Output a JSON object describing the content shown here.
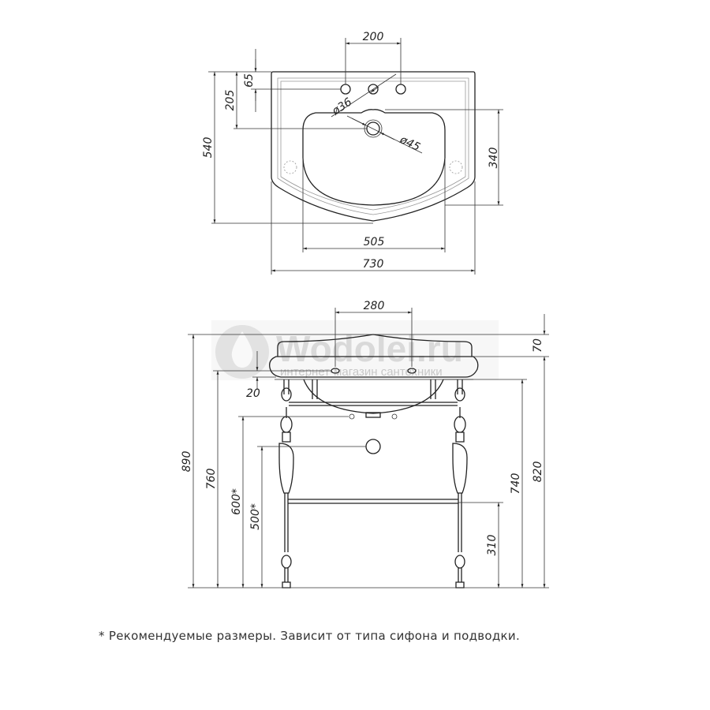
{
  "top_view": {
    "dims": {
      "holes_spacing": "200",
      "hole_offset": "65",
      "drain_offset": "205",
      "depth": "540",
      "hole_diameter": "ø36",
      "drain_diameter": "ø45",
      "bowl_depth": "340",
      "bowl_width": "505",
      "width": "730"
    }
  },
  "side_view": {
    "dims": {
      "holes_spacing": "280",
      "rim_height": "70",
      "overflow_offset": "20",
      "total_height": "890",
      "overflow_height": "760",
      "siphon_height": "600*",
      "drain_height": "500*",
      "bowl_bottom_height": "740",
      "top_height": "820",
      "shelf_height": "310"
    }
  },
  "watermark": {
    "brand": "Wodolei.ru",
    "tagline": "интернет-магазин сантехники"
  },
  "footnote": "*  Рекомендуемые размеры. Зависит от типа сифона и подводки."
}
